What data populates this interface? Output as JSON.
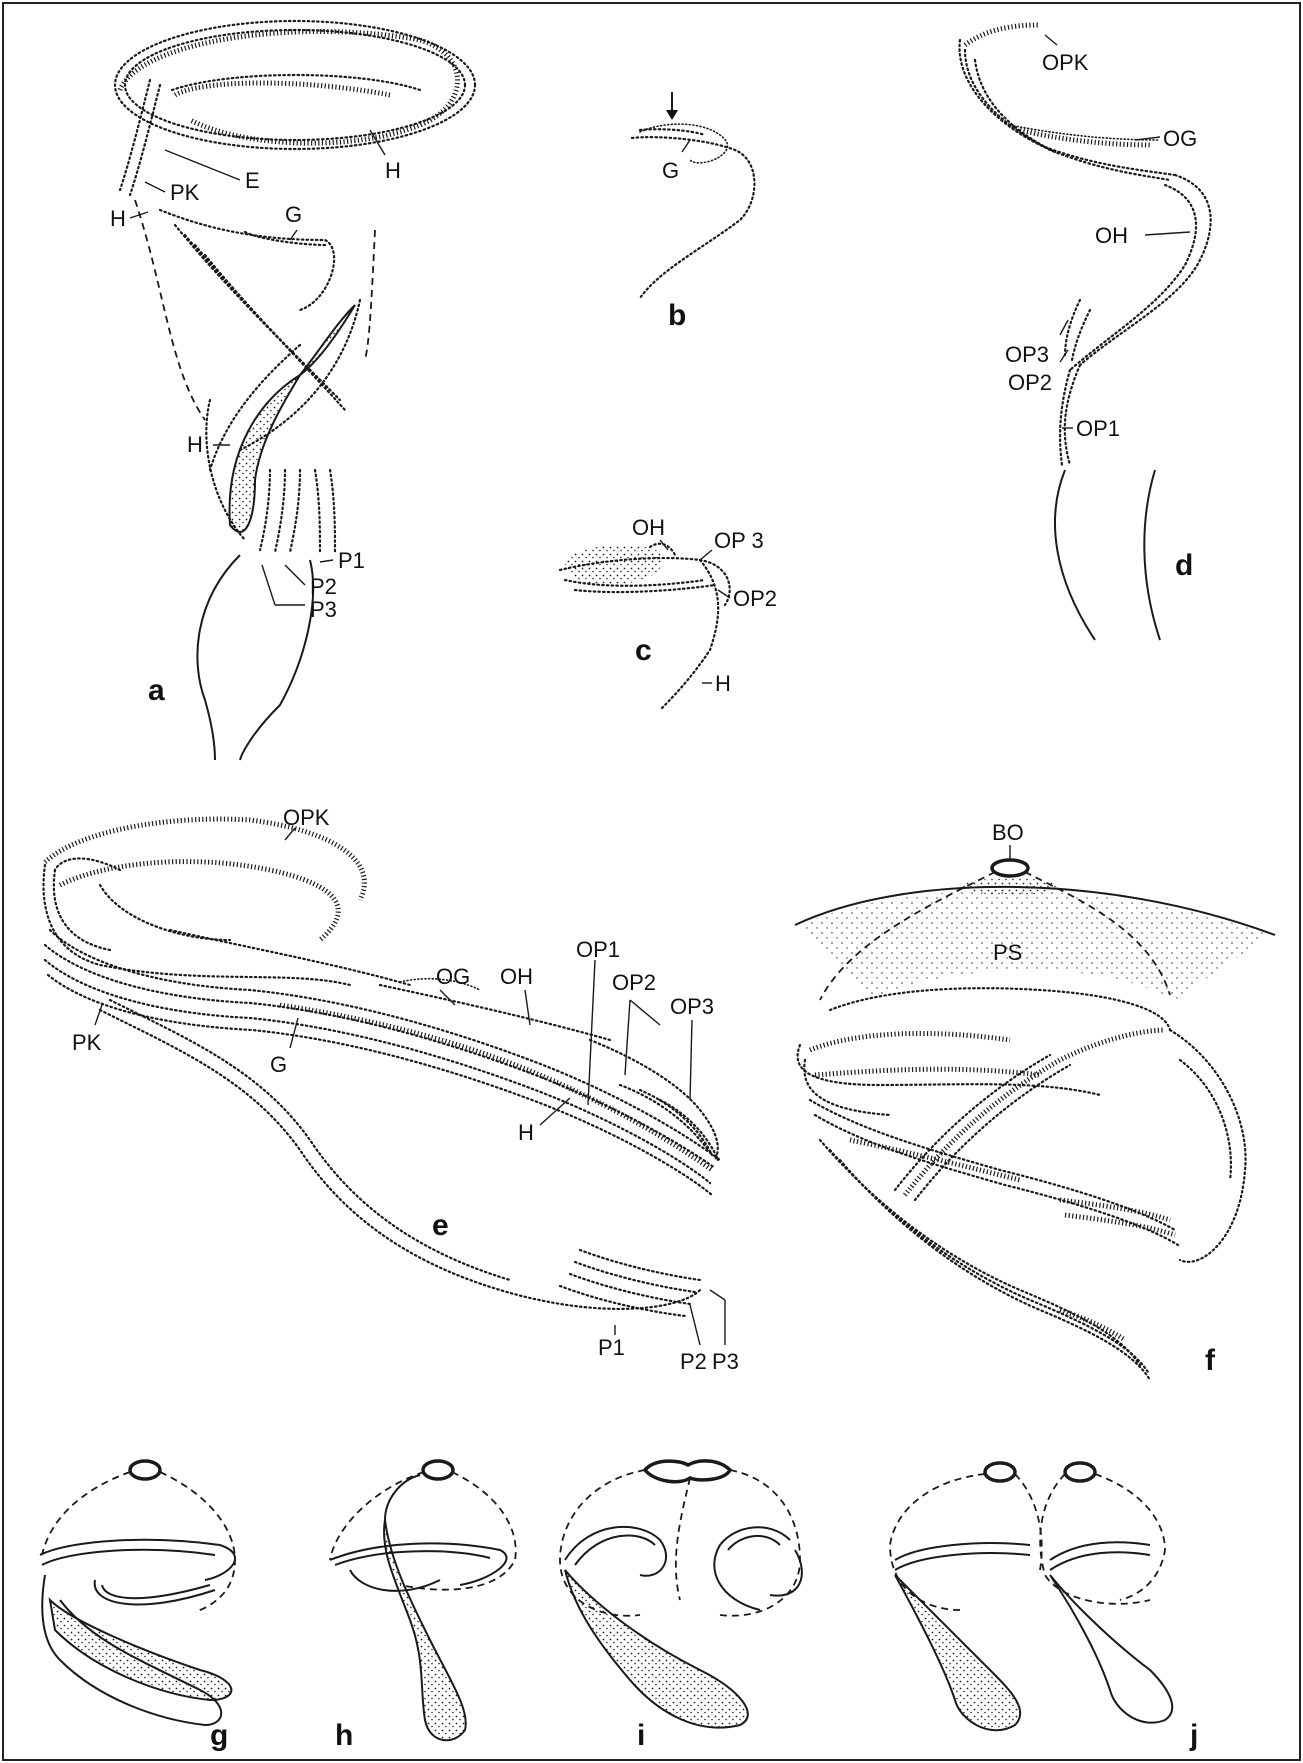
{
  "panels": [
    {
      "id": "a",
      "letter": "a",
      "labels": [
        "H",
        "E",
        "PK",
        "H",
        "G",
        "H",
        "P1",
        "P2",
        "P3"
      ]
    },
    {
      "id": "b",
      "letter": "b",
      "labels": [
        "G"
      ]
    },
    {
      "id": "c",
      "letter": "c",
      "labels": [
        "OH",
        "OP 3",
        "OP2",
        "H"
      ]
    },
    {
      "id": "d",
      "letter": "d",
      "labels": [
        "OPK",
        "OG",
        "OH",
        "OP3",
        "OP2",
        "OP1"
      ]
    },
    {
      "id": "e",
      "letter": "e",
      "labels": [
        "OPK",
        "OG",
        "OH",
        "OP1",
        "OP2",
        "OP3",
        "PK",
        "G",
        "H",
        "P1",
        "P2",
        "P3"
      ]
    },
    {
      "id": "f",
      "letter": "f",
      "labels": [
        "BO",
        "PS"
      ]
    },
    {
      "id": "g",
      "letter": "g"
    },
    {
      "id": "h",
      "letter": "h"
    },
    {
      "id": "i",
      "letter": "i"
    },
    {
      "id": "j",
      "letter": "j"
    }
  ]
}
